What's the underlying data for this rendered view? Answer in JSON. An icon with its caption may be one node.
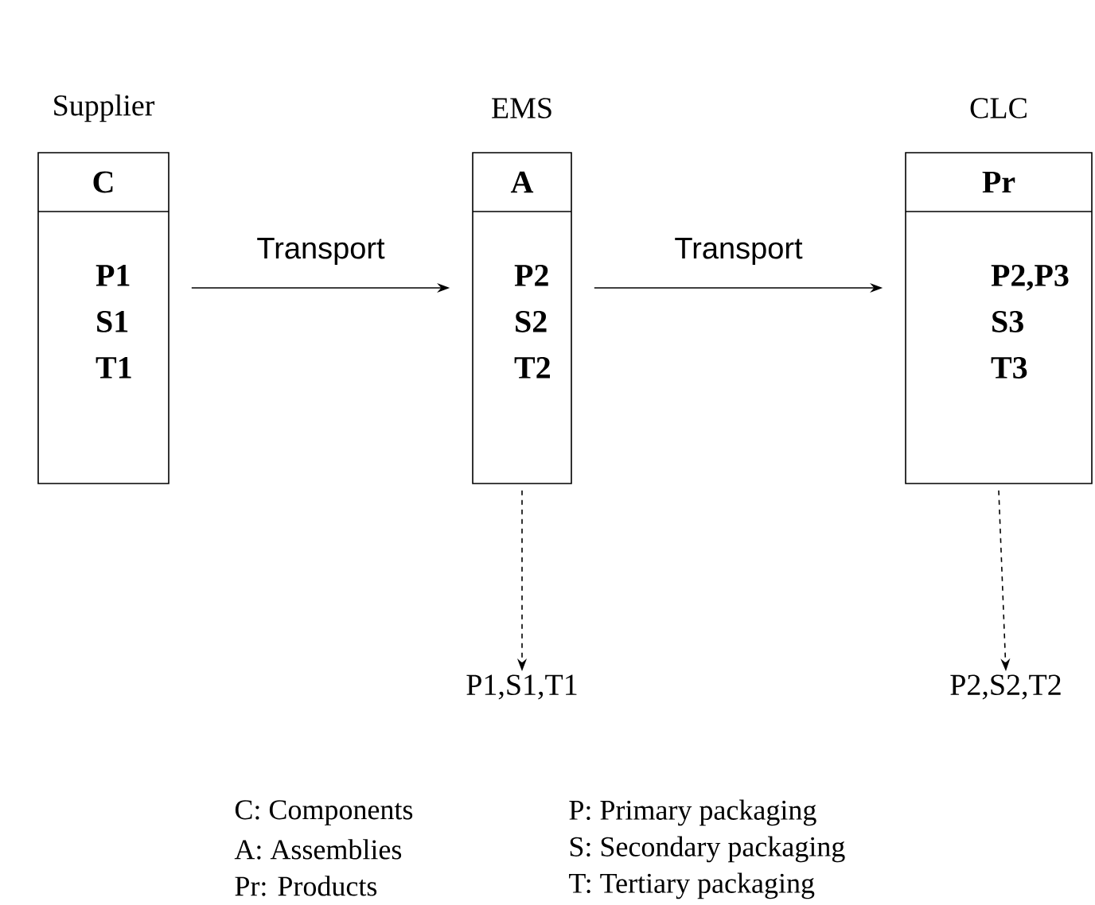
{
  "diagram": {
    "nodes": [
      {
        "text": [
          "Supplier",
          "C",
          "P1 S1 T1"
        ]
      },
      {
        "text": [
          "EMS",
          "A",
          "P2 S2 T2"
        ]
      },
      {
        "text": [
          "CLC",
          "Pr",
          "P2,P3 S3 T3"
        ]
      },
      {
        "text": [
          "P1,S1,T1"
        ]
      },
      {
        "text": [
          "P2,S2,T2"
        ]
      }
    ],
    "edges": [
      {
        "from": 0,
        "to": 1,
        "arrow": "to",
        "label": "Transport"
      },
      {
        "from": 1,
        "to": 2,
        "arrow": "to",
        "label": "Transport"
      },
      {
        "from": 1,
        "to": 3,
        "arrow": "to",
        "style": "dashed"
      },
      {
        "from": 2,
        "to": 4,
        "arrow": "to",
        "style": "dashed"
      }
    ],
    "labels": [
      "C: Components",
      "P: Primary packaging",
      "A: Assemblies",
      "S: Secondary packaging",
      "Pr: Products",
      "T: Tertiary packaging"
    ]
  }
}
